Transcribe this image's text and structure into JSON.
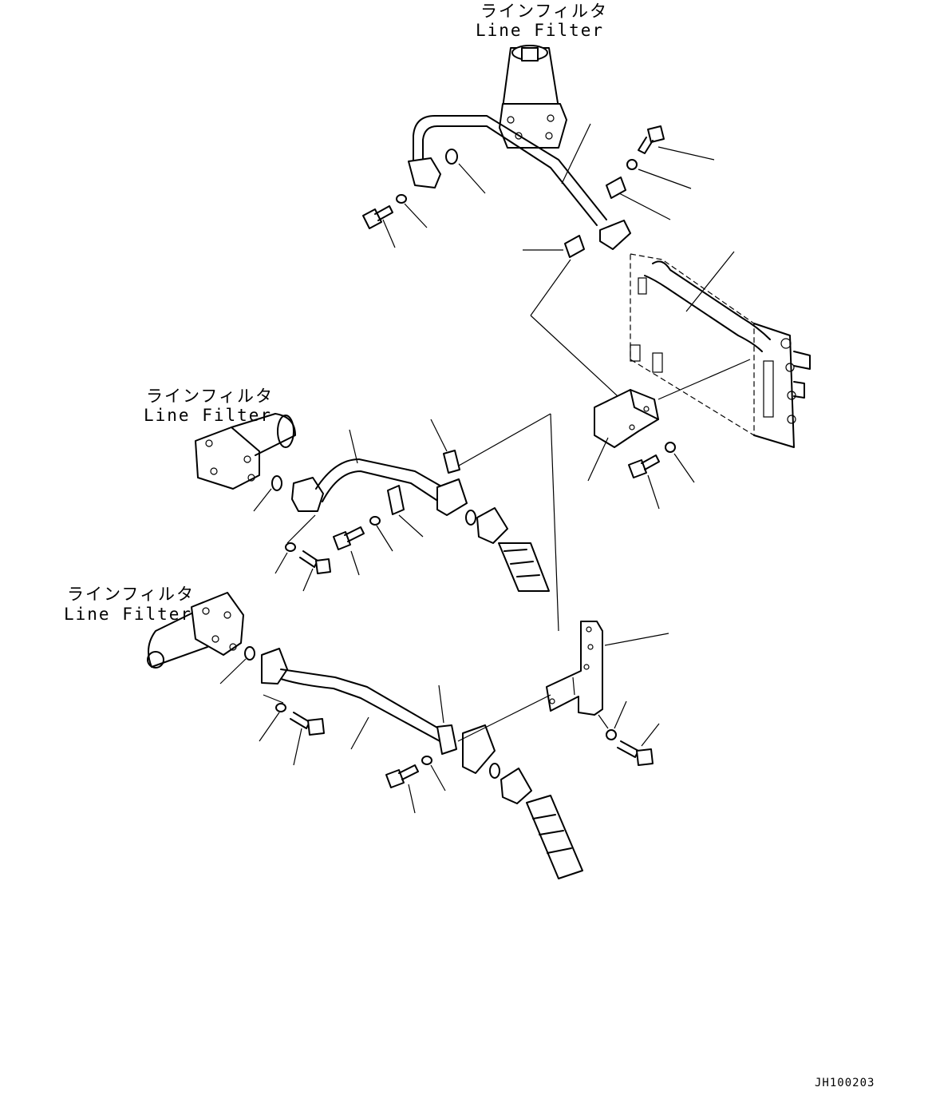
{
  "labels": {
    "top": {
      "jp": "ラインフィルタ",
      "en": "Line Filter"
    },
    "middle": {
      "jp": "ラインフィルタ",
      "en": "Line Filter"
    },
    "bottom": {
      "jp": "ラインフィルタ",
      "en": "Line Filter"
    }
  },
  "drawing_code": "JH100203"
}
